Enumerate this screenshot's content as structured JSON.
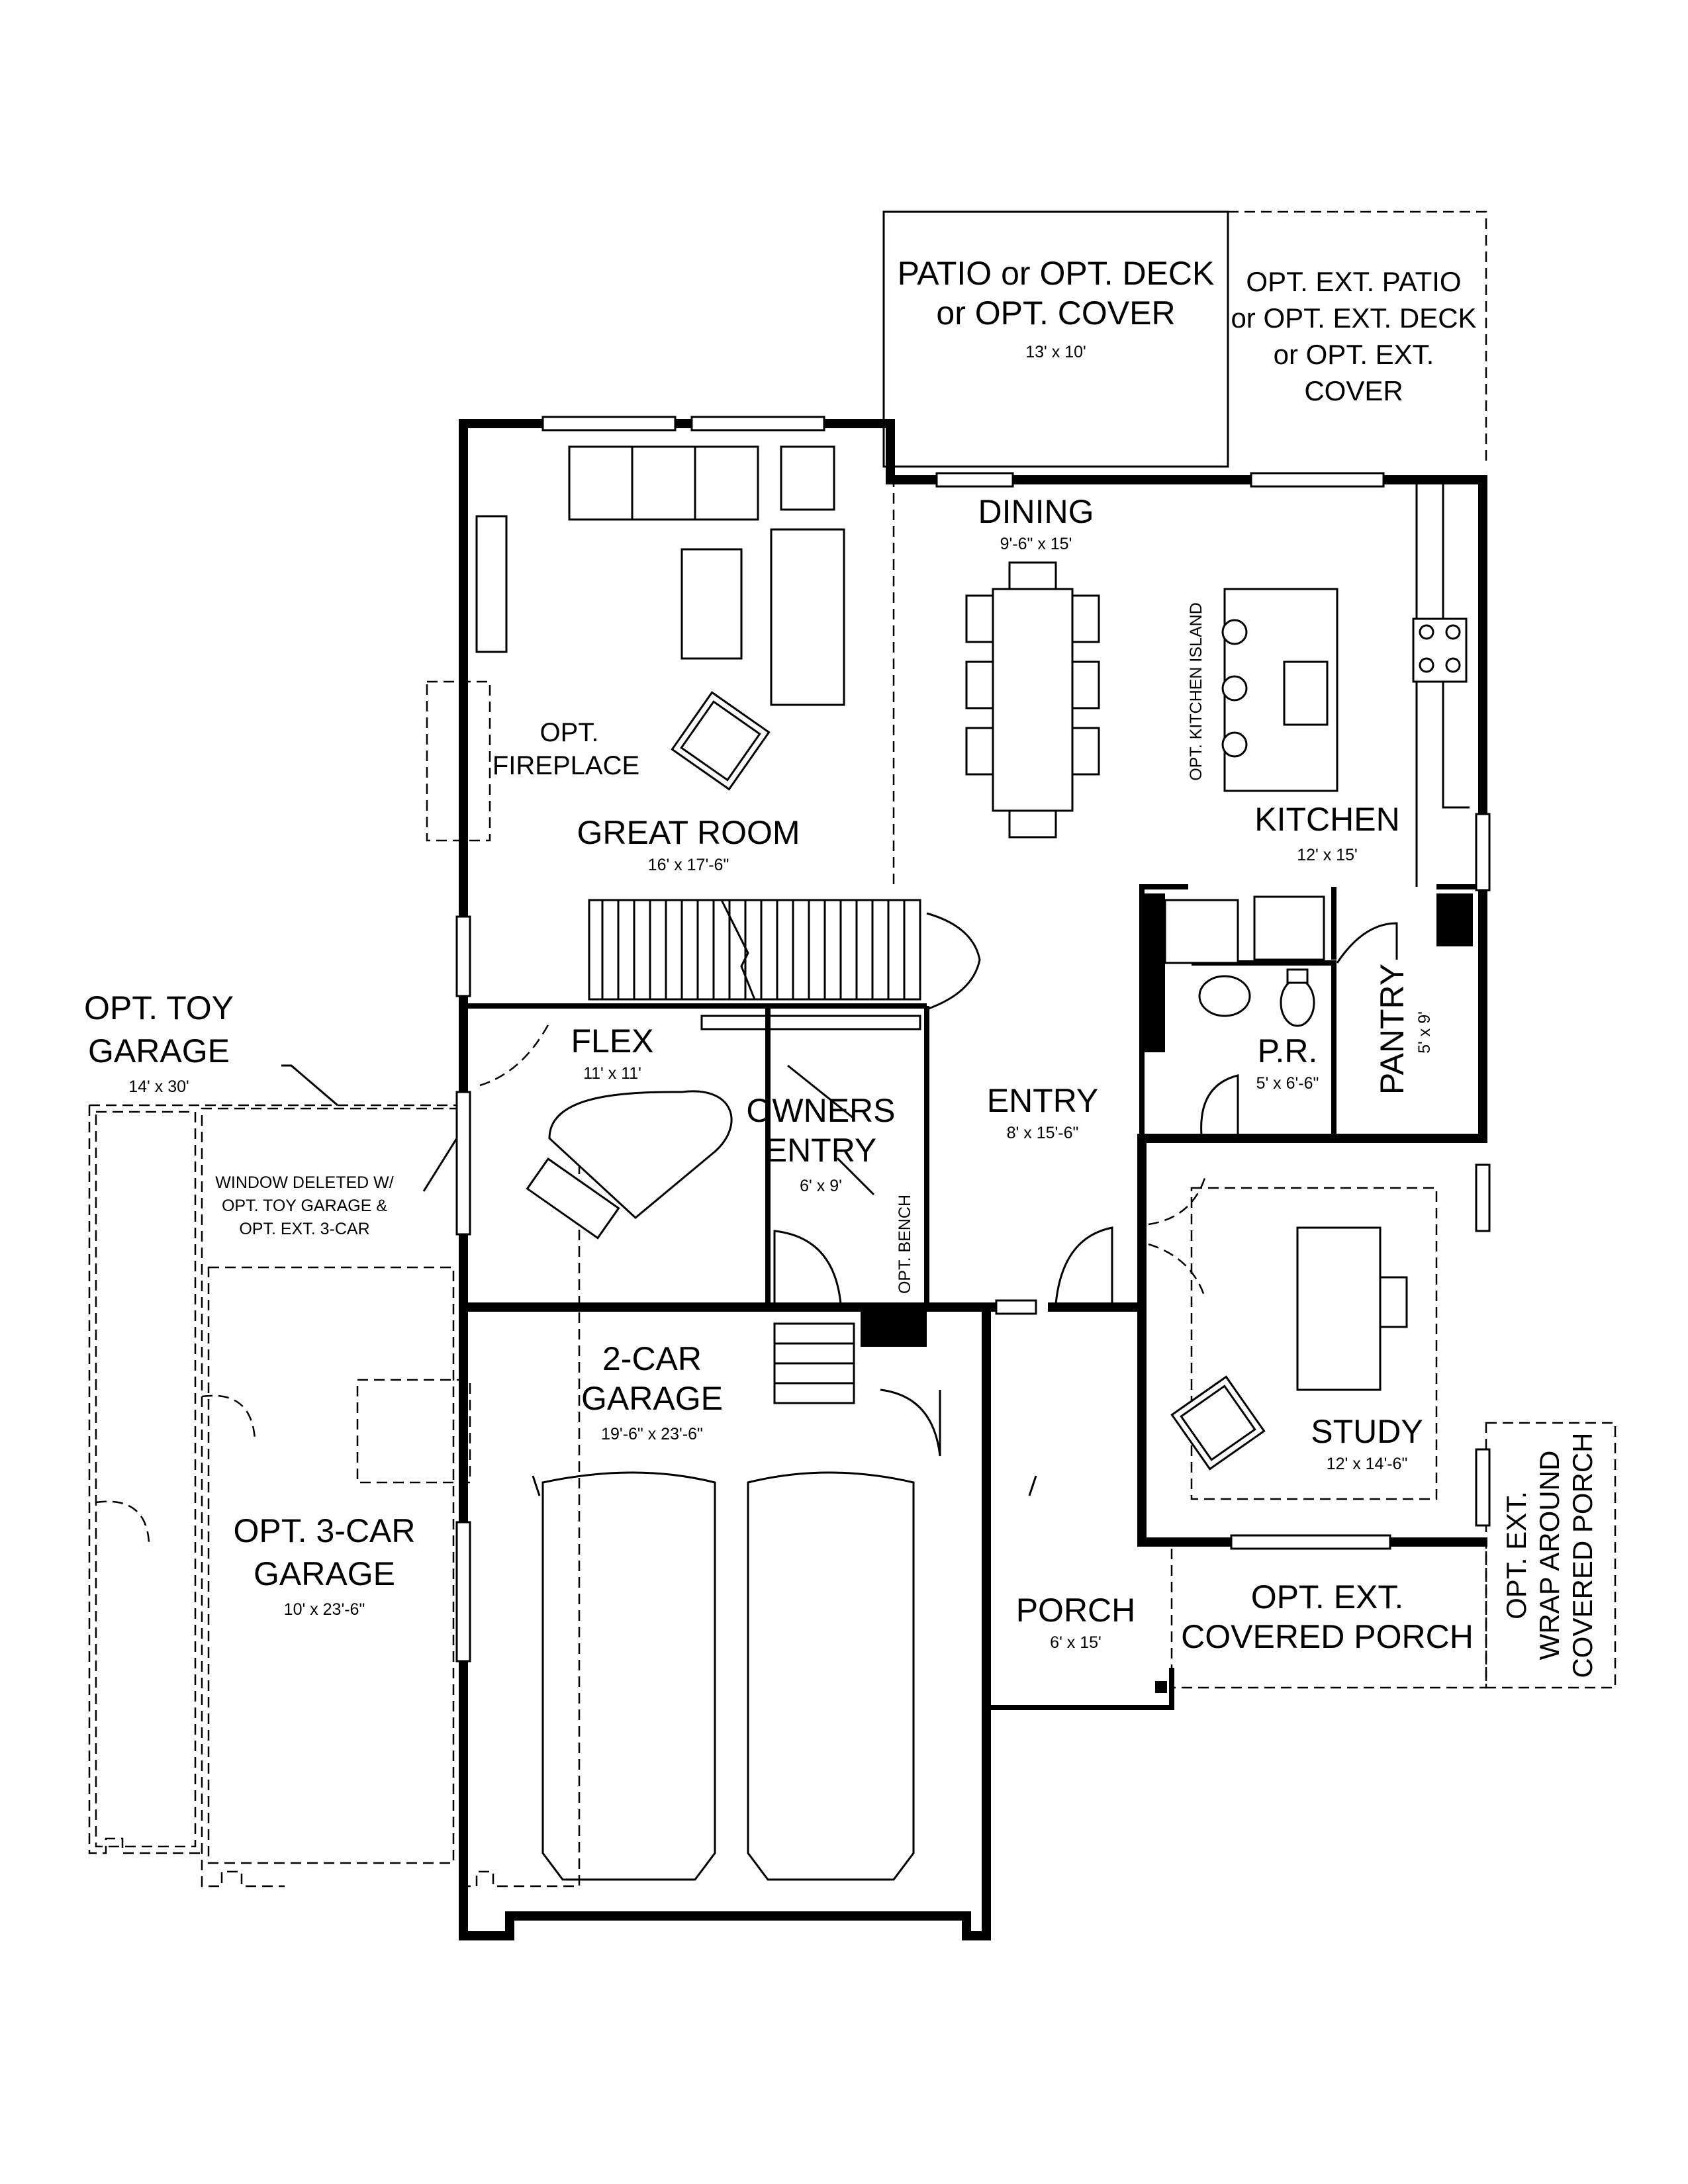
{
  "rooms": {
    "patio": {
      "line1": "PATIO or OPT. DECK",
      "line2": "or OPT. COVER",
      "dims": "13' x 10'"
    },
    "opt_ext_patio": {
      "line1": "OPT. EXT. PATIO",
      "line2": "or OPT. EXT. DECK",
      "line3": "or OPT. EXT.",
      "line4": "COVER"
    },
    "dining": {
      "name": "DINING",
      "dims": "9'-6\" x 15'"
    },
    "opt_kitchen_island": "OPT. KITCHEN ISLAND",
    "opt_fireplace": {
      "line1": "OPT.",
      "line2": "FIREPLACE"
    },
    "great_room": {
      "name": "GREAT ROOM",
      "dims": "16' x 17'-6\""
    },
    "kitchen": {
      "name": "KITCHEN",
      "dims": "12' x 15'"
    },
    "opt_toy_garage": {
      "line1": "OPT. TOY",
      "line2": "GARAGE",
      "dims": "14' x 30'"
    },
    "flex": {
      "name": "FLEX",
      "dims": "11' x 11'"
    },
    "pantry": {
      "name": "PANTRY",
      "dims": "5' x 9'"
    },
    "powder_room": {
      "name": "P.R.",
      "dims": "5' x 6'-6\""
    },
    "owners_entry": {
      "line1": "OWNERS",
      "line2": "ENTRY",
      "dims": "6' x 9'"
    },
    "entry": {
      "name": "ENTRY",
      "dims": "8' x 15'-6\""
    },
    "window_note": {
      "line1": "WINDOW DELETED W/",
      "line2": "OPT. TOY GARAGE &",
      "line3": "OPT. EXT. 3-CAR"
    },
    "opt_bench": "OPT. BENCH",
    "two_car_garage": {
      "line1": "2-CAR",
      "line2": "GARAGE",
      "dims": "19'-6\" x 23'-6\""
    },
    "study": {
      "name": "STUDY",
      "dims": "12' x 14'-6\""
    },
    "opt_three_car_garage": {
      "line1": "OPT. 3-CAR",
      "line2": "GARAGE",
      "dims": "10' x 23'-6\""
    },
    "porch": {
      "name": "PORCH",
      "dims": "6' x 15'"
    },
    "opt_ext_covered_porch": {
      "line1": "OPT. EXT.",
      "line2": "COVERED PORCH"
    },
    "opt_ext_wrap_porch": {
      "line1": "OPT. EXT.",
      "line2": "WRAP AROUND",
      "line3": "COVERED PORCH"
    }
  }
}
